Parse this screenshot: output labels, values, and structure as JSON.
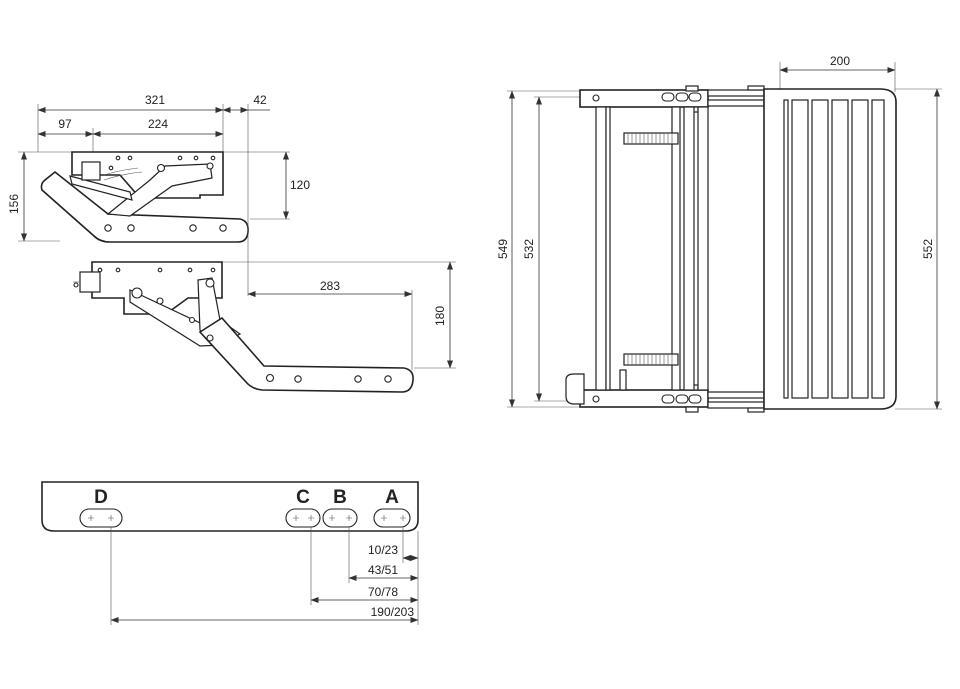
{
  "side_view": {
    "dim_321": "321",
    "dim_42": "42",
    "dim_97": "97",
    "dim_224": "224",
    "dim_156": "156",
    "dim_120": "120",
    "dim_283": "283",
    "dim_180": "180"
  },
  "top_view": {
    "dim_200": "200",
    "dim_549": "549",
    "dim_532": "532",
    "dim_552": "552"
  },
  "mount_plate": {
    "letters": [
      "D",
      "C",
      "B",
      "A"
    ],
    "dims": [
      "10/23",
      "43/51",
      "70/78",
      "190/203"
    ]
  }
}
